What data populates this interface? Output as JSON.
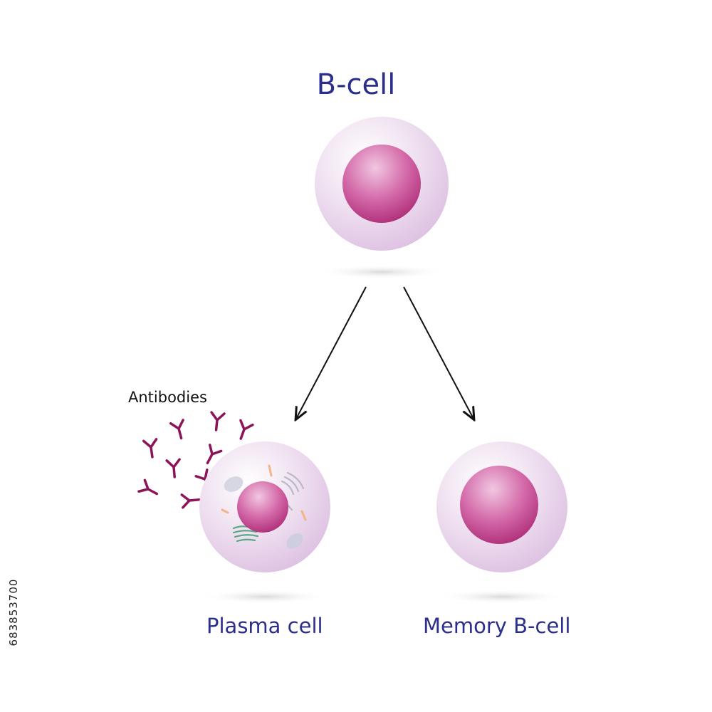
{
  "title": "B-cell",
  "labels": {
    "antibodies": "Antibodies",
    "plasma_cell": "Plasma cell",
    "memory_cell": "Memory B-cell"
  },
  "stock_id": "683853700",
  "colors": {
    "text_blue": "#2b2e8c",
    "antibody": "#8c1458",
    "nucleus": "#c23a8a",
    "cytoplasm": "#e9d3ec",
    "arrow": "#111111"
  }
}
